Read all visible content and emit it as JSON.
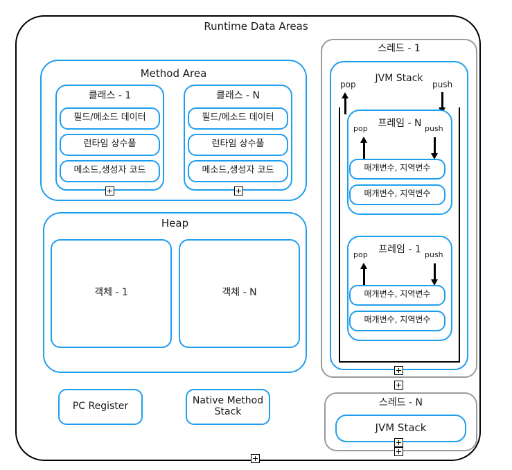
{
  "diagram": {
    "title": "Runtime Data Areas",
    "method_area": {
      "title": "Method Area",
      "classes": [
        {
          "title": "클래스 - 1",
          "items": [
            "필드/메소드 데이터",
            "런타임 상수풀",
            "메소드,생성자 코드"
          ],
          "expand_icon": "plus-icon"
        },
        {
          "title": "클래스 - N",
          "items": [
            "필드/메소드 데이터",
            "런타임 상수풀",
            "메소드,생성자 코드"
          ],
          "expand_icon": "plus-icon"
        }
      ]
    },
    "heap": {
      "title": "Heap",
      "objects": [
        "객체 - 1",
        "객체 - N"
      ]
    },
    "pc_register": {
      "label": "PC Register"
    },
    "native_method_stack": {
      "label": "Native Method\nStack"
    },
    "threads": [
      {
        "title": "스레드 - 1",
        "stack": {
          "title": "JVM Stack",
          "pop_label": "pop",
          "push_label": "push",
          "frames": [
            {
              "title": "프레임 - N",
              "pop_label": "pop",
              "push_label": "push",
              "slots": [
                "매개변수, 지역변수",
                "매개변수, 지역변수"
              ]
            },
            {
              "title": "프레임 - 1",
              "pop_label": "pop",
              "push_label": "push",
              "slots": [
                "매개변수, 지역변수",
                "매개변수, 지역변수"
              ]
            }
          ]
        }
      },
      {
        "title": "스레드 - N",
        "stack": {
          "title": "JVM Stack"
        }
      }
    ],
    "colors": {
      "accent_blue": "#1E9EEF",
      "container_gray": "#9B9B9B",
      "outline_black": "#000000",
      "text": "#1a1a1a",
      "background": "#ffffff"
    }
  }
}
